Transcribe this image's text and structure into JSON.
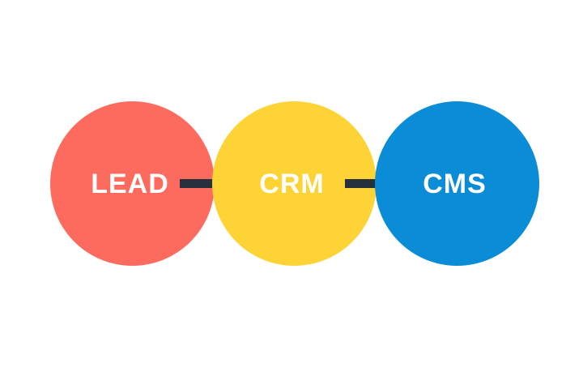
{
  "diagram": {
    "title": "lead-crm-cms-flow",
    "background_color": "#FEFFFE",
    "label_color": "#FFFFFF",
    "arrow_color": "#26313D",
    "nodes": [
      {
        "id": "lead",
        "label": "LEAD",
        "color": "#FC6B5E",
        "shape": "circle"
      },
      {
        "id": "crm",
        "label": "CRM",
        "color": "#FDD335",
        "shape": "circle"
      },
      {
        "id": "cms",
        "label": "CMS",
        "color": "#0A8CD7",
        "shape": "circle"
      }
    ],
    "arrows": [
      {
        "from": "lead",
        "to": "crm",
        "direction": "right"
      },
      {
        "from": "crm",
        "to": "cms",
        "direction": "right"
      }
    ]
  }
}
